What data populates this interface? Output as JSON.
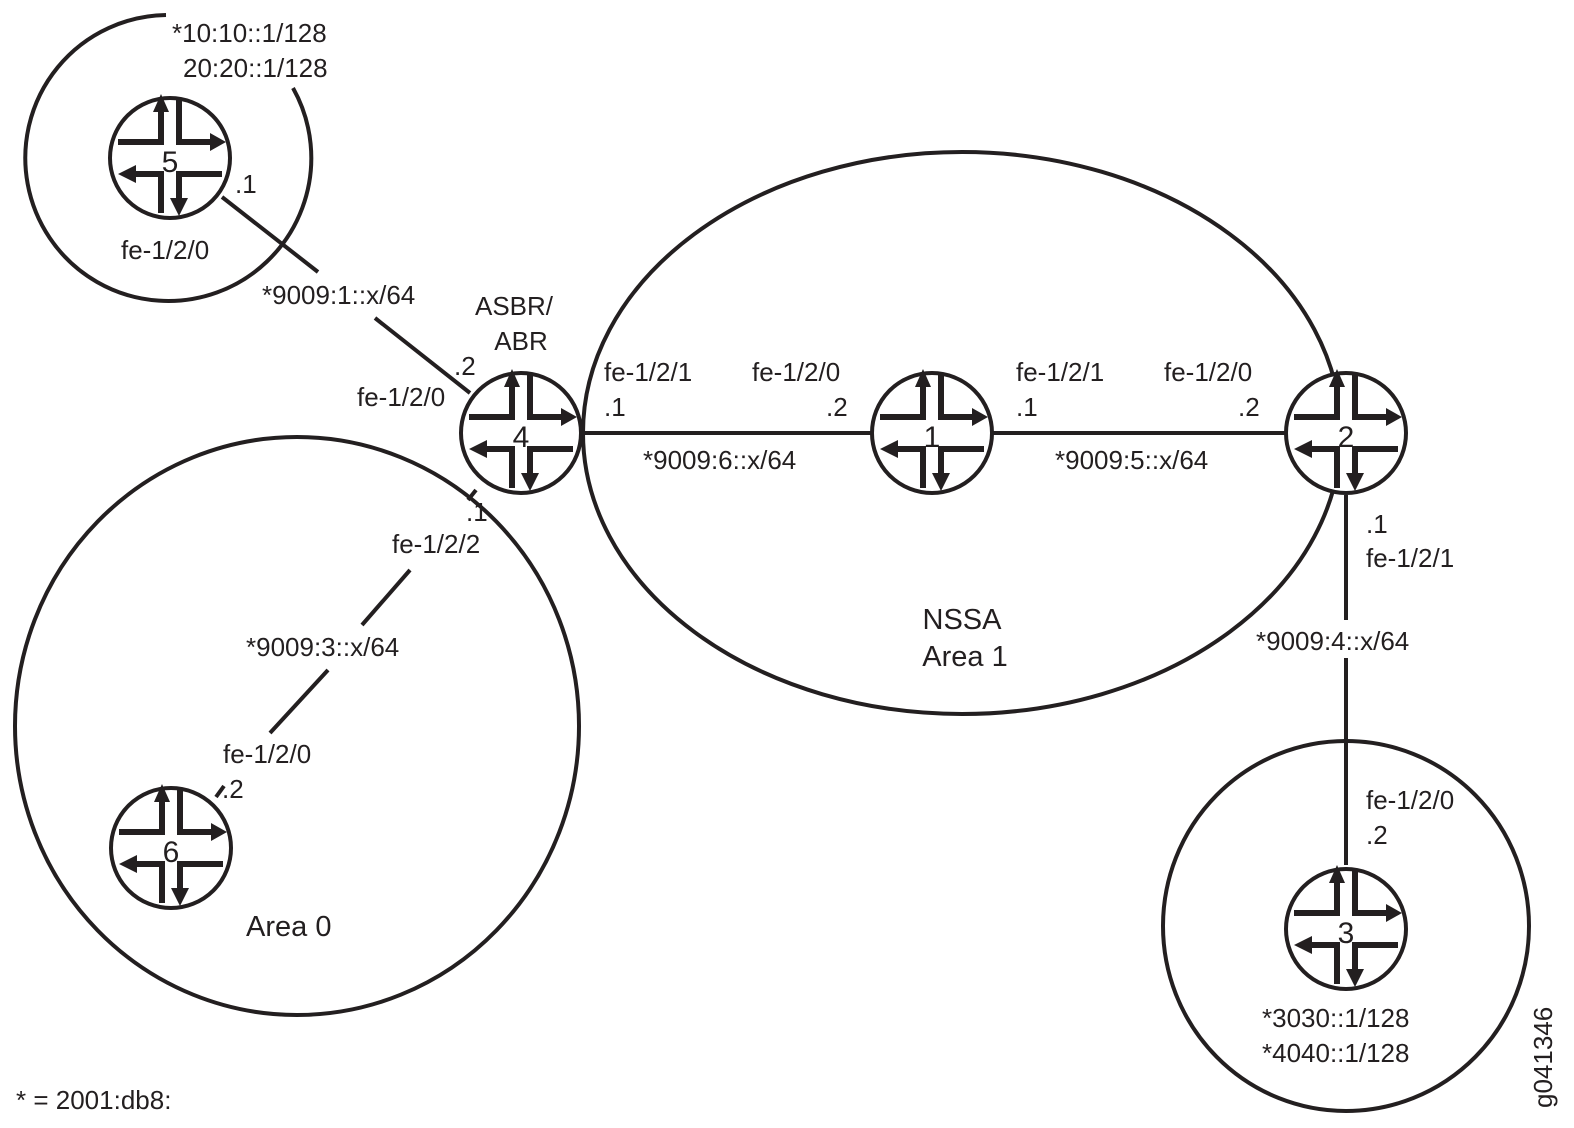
{
  "diagram": {
    "title": "OSPFv3 NSSA topology",
    "footnote": "* = 2001:db8:",
    "figure_id": "g041346",
    "colors": {
      "ink": "#231f20",
      "background": "#ffffff"
    },
    "areas": [
      {
        "id": "area0",
        "label": "Area 0"
      },
      {
        "id": "nssa",
        "label_line1": "NSSA",
        "label_line2": "Area 1"
      },
      {
        "id": "r5-stub",
        "label": ""
      },
      {
        "id": "r3-stub",
        "label": ""
      }
    ],
    "routers": [
      {
        "id": "4",
        "role_line1": "ASBR/",
        "role_line2": "ABR"
      },
      {
        "id": "1"
      },
      {
        "id": "2"
      },
      {
        "id": "3",
        "loopbacks": [
          "*3030::1/128",
          "*4040::1/128"
        ]
      },
      {
        "id": "5",
        "loopbacks": [
          "*10:10::1/128",
          "20:20::1/128"
        ]
      },
      {
        "id": "6"
      }
    ],
    "links": [
      {
        "id": "r5-r4",
        "subnet": "*9009:1::x/64",
        "a": {
          "router": "5",
          "iface": "fe-1/2/0",
          "host": ".1"
        },
        "b": {
          "router": "4",
          "iface": "fe-1/2/0",
          "host": ".2"
        }
      },
      {
        "id": "r4-r1",
        "subnet": "*9009:6::x/64",
        "a": {
          "router": "4",
          "iface": "fe-1/2/1",
          "host": ".1"
        },
        "b": {
          "router": "1",
          "iface": "fe-1/2/0",
          "host": ".2"
        }
      },
      {
        "id": "r1-r2",
        "subnet": "*9009:5::x/64",
        "a": {
          "router": "1",
          "iface": "fe-1/2/1",
          "host": ".1"
        },
        "b": {
          "router": "2",
          "iface": "fe-1/2/0",
          "host": ".2"
        }
      },
      {
        "id": "r2-r3",
        "subnet": "*9009:4::x/64",
        "a": {
          "router": "2",
          "iface": "fe-1/2/1",
          "host": ".1"
        },
        "b": {
          "router": "3",
          "iface": "fe-1/2/0",
          "host": ".2"
        }
      },
      {
        "id": "r4-r6",
        "subnet": "*9009:3::x/64",
        "a": {
          "router": "4",
          "iface": "fe-1/2/2",
          "host": ".1"
        },
        "b": {
          "router": "6",
          "iface": "fe-1/2/0",
          "host": ".2"
        }
      }
    ]
  }
}
